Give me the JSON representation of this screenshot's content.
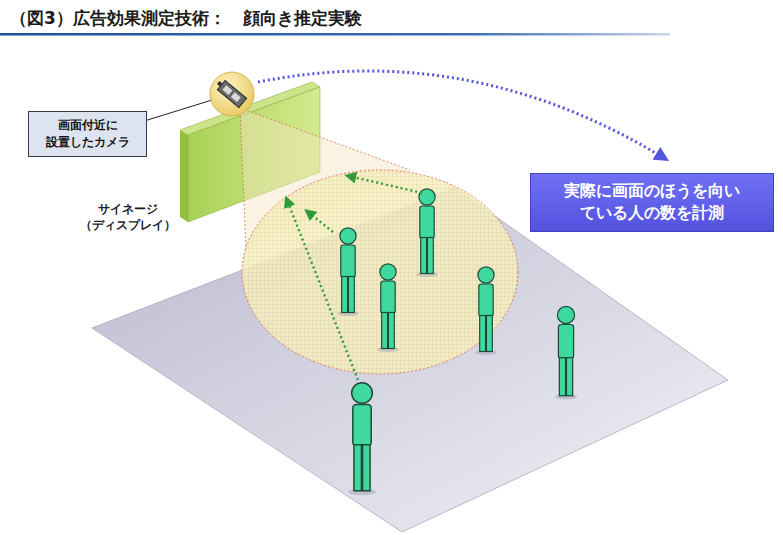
{
  "diagram": {
    "title": "（図3）広告効果測定技術：　顔向き推定実験",
    "nodes": [
      {
        "text": [
          "画面付近に 設置したカメラ"
        ]
      },
      {
        "text": [
          "実際に画面のほうを向い ている人の数を計測"
        ]
      }
    ],
    "labels": [
      "サイネージ （ディスプレイ）"
    ]
  }
}
